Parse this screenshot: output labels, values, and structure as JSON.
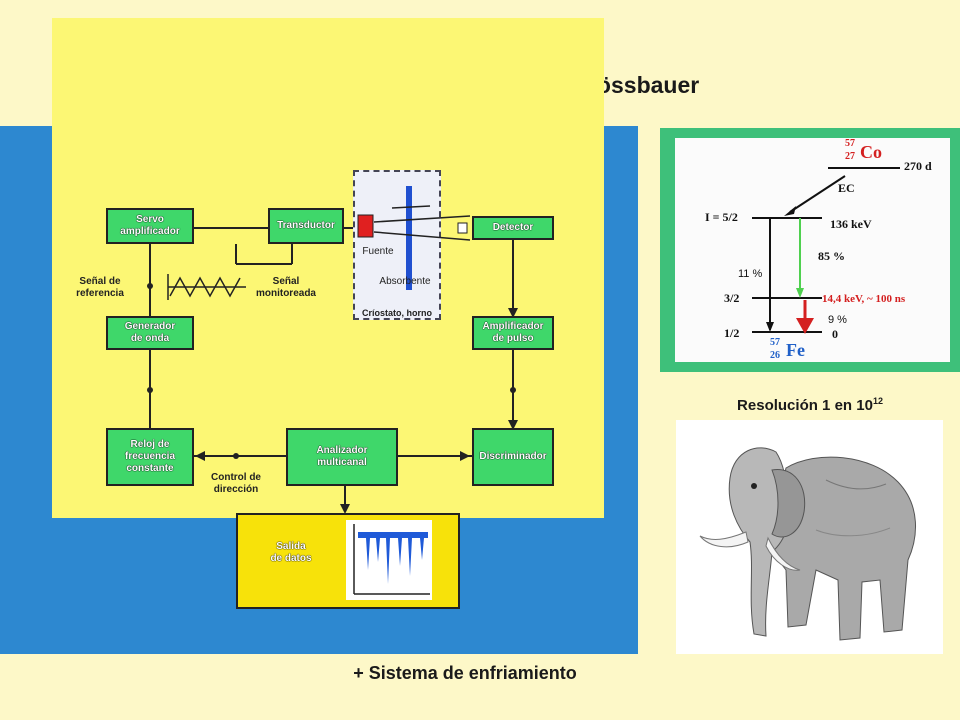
{
  "title": "Esquema del Espectrómetro Mössbauer",
  "footer": "+ Sistema de enfriamiento",
  "resolution": {
    "text": "Resolución 1 en 10",
    "exponent": "12"
  },
  "blocks": {
    "servo": "Servo\namplificador",
    "transductor": "Transductor",
    "detector": "Detector",
    "generador": "Generador\nde onda",
    "amplificador": "Amplificador\nde pulso",
    "reloj": "Reloj de\nfrecuencia\nconstante",
    "analizador": "Analizador\nmulticanal",
    "discriminador": "Discriminador"
  },
  "labels": {
    "senal_referencia": "Señal de\nreferencia",
    "senal_monitoreada": "Señal\nmonitoreada",
    "fuente": "Fuente",
    "absorbente": "Absorbente",
    "criostato": "Críostato, horno",
    "control_direccion": "Control de\ndirección",
    "salida": "Salida\nde datos"
  },
  "decay_scheme": {
    "parent": {
      "mass": "57",
      "atomic": "27",
      "symbol": "Co",
      "halflife": "270 d"
    },
    "capture": "EC",
    "spin_52": "I = 5/2",
    "energy_136": "136 keV",
    "pct_85": "85 %",
    "pct_11": "11 %",
    "spin_32": "3/2",
    "energy_144": "14,4 keV, ~ 100 ns",
    "pct_9": "9 %",
    "spin_12": "1/2",
    "ground": "0",
    "daughter": {
      "mass": "57",
      "atomic": "26",
      "symbol": "Fe"
    }
  },
  "colors": {
    "block_green": "#3fd76a",
    "panel_yellow": "#fcf774",
    "frame_blue": "#2d88d0",
    "salida_yellow": "#f7e20a",
    "gamma_red": "#d42020",
    "gamma_green": "#4fd04f"
  }
}
